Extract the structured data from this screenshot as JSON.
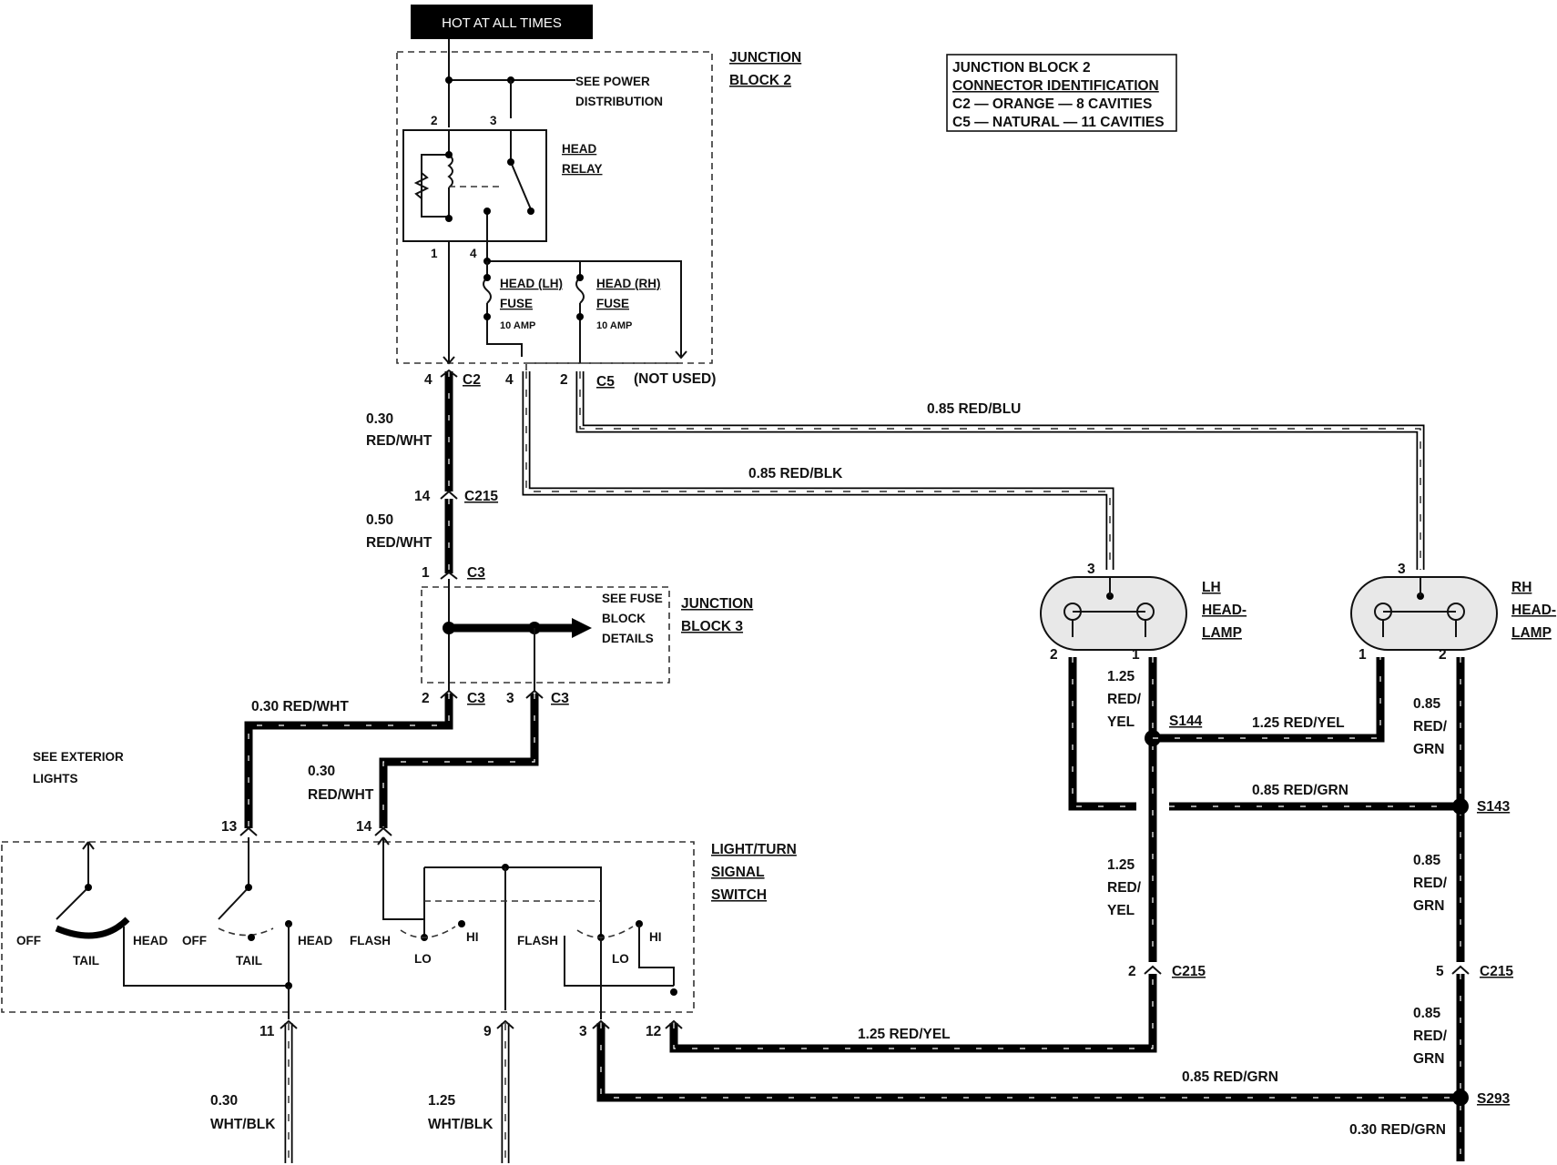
{
  "header": {
    "hot_at_all_times": "HOT AT ALL TIMES"
  },
  "junction_block_2": {
    "line1": "JUNCTION",
    "line2": "BLOCK 2"
  },
  "see_power": {
    "line1": "SEE POWER",
    "line2": "DISTRIBUTION"
  },
  "head_relay": {
    "line1": "HEAD",
    "line2": "RELAY"
  },
  "fuse_lh": {
    "line1": "HEAD (LH)",
    "line2": "FUSE",
    "rating": "10 AMP"
  },
  "fuse_rh": {
    "line1": "HEAD (RH)",
    "line2": "FUSE",
    "rating": "10 AMP"
  },
  "connector_id": {
    "line1": "JUNCTION BLOCK 2",
    "line2": "CONNECTOR IDENTIFICATION",
    "line3": "C2 — ORANGE — 8 CAVITIES",
    "line4": "C5 — NATURAL — 11 CAVITIES"
  },
  "pins": {
    "p2": "2",
    "p3": "3",
    "p1": "1",
    "p4": "4",
    "c2_4": "4",
    "c5_4": "4",
    "c5_2": "2",
    "c215_14": "14",
    "c3_1": "1",
    "c3_2": "2",
    "c3_3": "3",
    "sw_13": "13",
    "sw_14": "14",
    "sw_11": "11",
    "sw_9": "9",
    "sw_3": "3",
    "sw_12": "12",
    "lh_3": "3",
    "lh_2": "2",
    "lh_1": "1",
    "rh_3": "3",
    "rh_1": "1",
    "rh_2": "2",
    "c215_2": "2",
    "c215_5": "5"
  },
  "connectors": {
    "c2": "C2",
    "c5": "C5",
    "not_used": "(NOT USED)",
    "c215": "C215",
    "c3": "C3",
    "s144": "S144",
    "s143": "S143",
    "s293": "S293"
  },
  "wires": {
    "w030": "0.30",
    "redwht": "RED/WHT",
    "w050": "0.50",
    "w030_redwht": "0.30 RED/WHT",
    "w085_redblu": "0.85 RED/BLU",
    "w085_redblk": "0.85 RED/BLK",
    "w125": "1.25",
    "red_slash": "RED/",
    "yel": "YEL",
    "w125_redyel": "1.25 RED/YEL",
    "w085": "0.85",
    "grn": "GRN",
    "w085_redgrn": "0.85 RED/GRN",
    "w030_redgrn": "0.30 RED/GRN",
    "whtblk": "WHT/BLK"
  },
  "junction_block_3": {
    "line1": "JUNCTION",
    "line2": "BLOCK 3"
  },
  "see_fuse_block": {
    "line1": "SEE FUSE",
    "line2": "BLOCK",
    "line3": "DETAILS"
  },
  "see_exterior": {
    "line1": "SEE EXTERIOR",
    "line2": "LIGHTS"
  },
  "lh_headlamp": {
    "line1": "LH",
    "line2": "HEAD-",
    "line3": "LAMP"
  },
  "rh_headlamp": {
    "line1": "RH",
    "line2": "HEAD-",
    "line3": "LAMP"
  },
  "switch": {
    "line1": "LIGHT/TURN",
    "line2": "SIGNAL",
    "line3": "SWITCH"
  },
  "switch_labels": {
    "off": "OFF",
    "tail": "TAIL",
    "head": "HEAD",
    "flash": "FLASH",
    "lo": "LO",
    "hi": "HI"
  }
}
